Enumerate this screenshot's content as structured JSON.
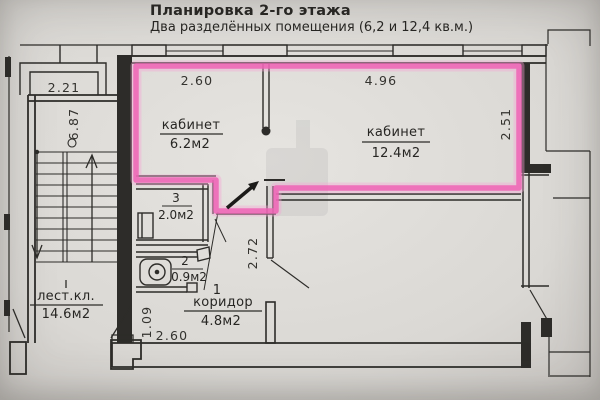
{
  "header": {
    "title": "Планировка 2-го этажа",
    "subtitle": "Два разделённых помещения (6,2 и 12,4 кв.м.)"
  },
  "rooms": {
    "staircase": {
      "label": "лест.кл.",
      "area": "14.6м2"
    },
    "office_small": {
      "label": "кабинет",
      "area": "6.2м2"
    },
    "office_large": {
      "label": "кабинет",
      "area": "12.4м2"
    },
    "storeroom": {
      "number": "3",
      "area": "2.0м2"
    },
    "wc": {
      "number": "2",
      "area": "0.9м2"
    },
    "corridor": {
      "number": "1",
      "label": "коридор",
      "area": "4.8м2"
    }
  },
  "dimensions": {
    "staircase_width": "2.21",
    "staircase_depth": "6.87",
    "office_small_width": "2.60",
    "office_large_width": "4.96",
    "office_large_depth": "2.51",
    "hall_wall": "2.72",
    "corridor_depth": "1.09",
    "corridor_width": "2.60"
  },
  "colors": {
    "highlight_pink": "#ee63b5",
    "highlight_halo": "#f6a6d4",
    "ink": "#2d2c29",
    "paper": "#dad8d4"
  }
}
